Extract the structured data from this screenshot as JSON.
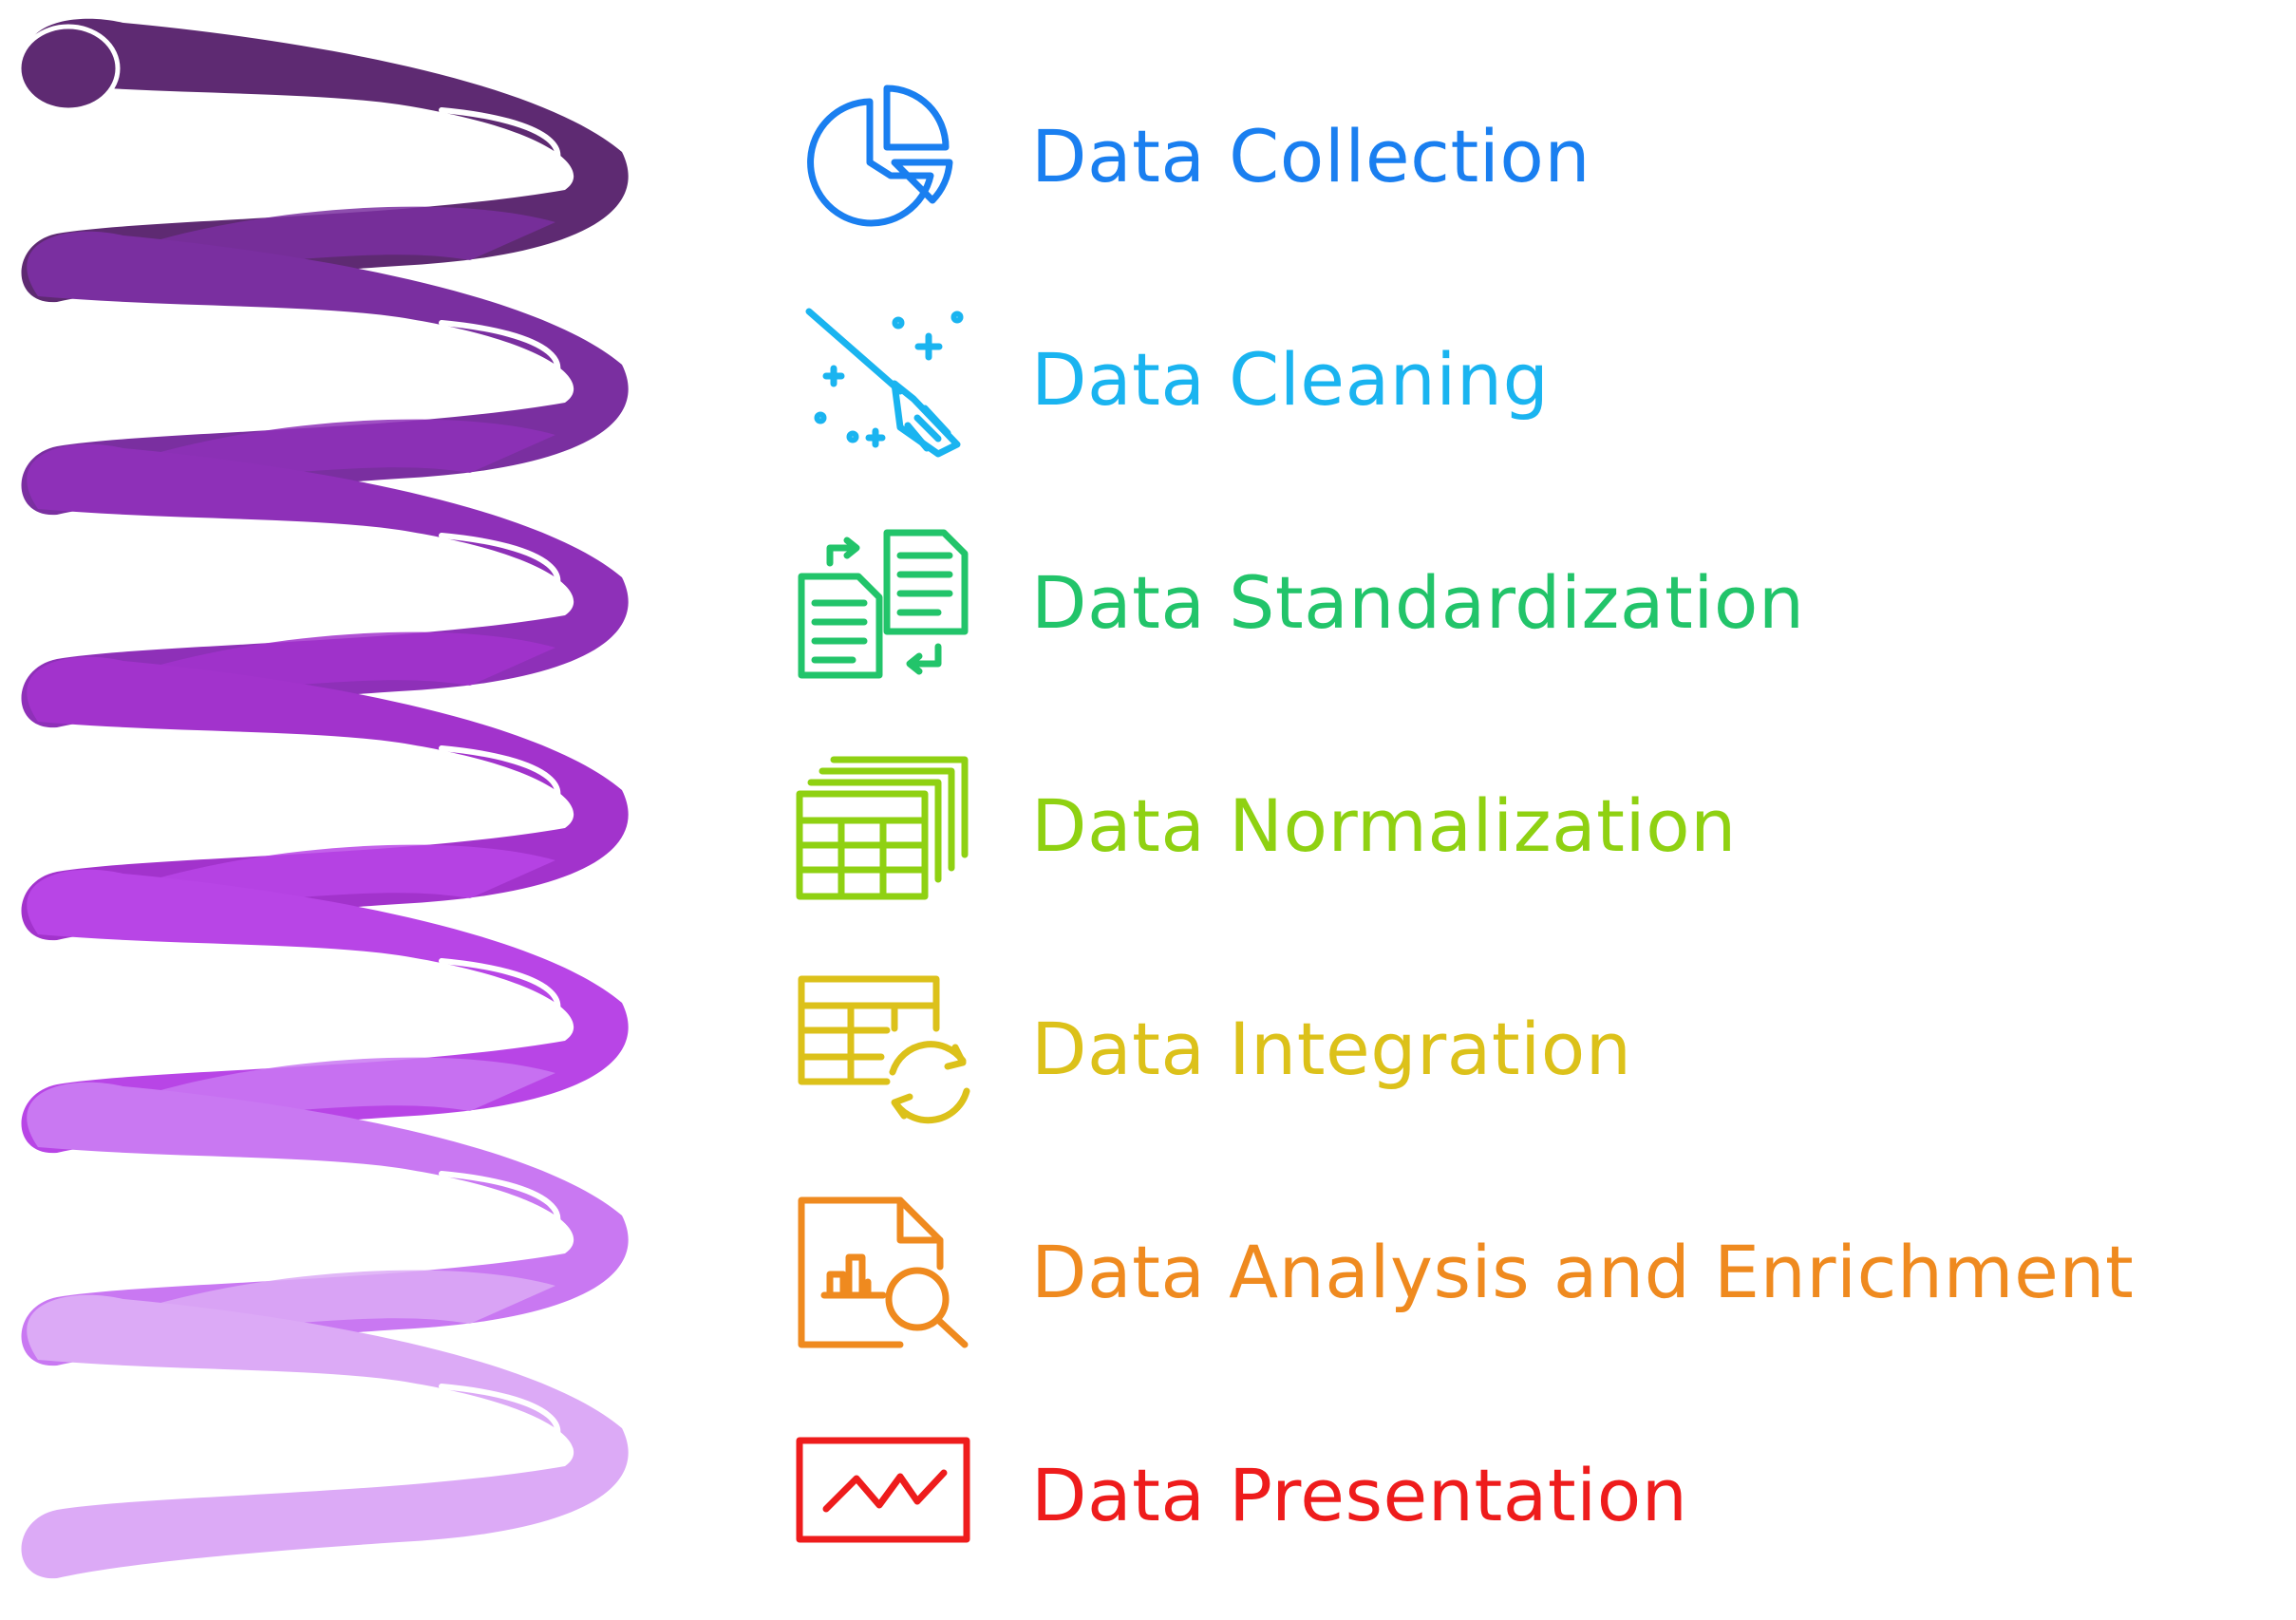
{
  "steps": [
    {
      "label": "Data Collection",
      "icon": "pie-chart-icon",
      "color": "#1a7ff0"
    },
    {
      "label": "Data Cleaning",
      "icon": "broom-icon",
      "color": "#1ab4f0"
    },
    {
      "label": "Data Standardization",
      "icon": "documents-swap-icon",
      "color": "#22c46a"
    },
    {
      "label": "Data Normalization",
      "icon": "stacked-tables-icon",
      "color": "#8fd112"
    },
    {
      "label": "Data Integration",
      "icon": "table-sync-icon",
      "color": "#dcc11a"
    },
    {
      "label": "Data Analysis and Enrichment",
      "icon": "document-search-icon",
      "color": "#ef8a1f"
    },
    {
      "label": "Data Presentation",
      "icon": "line-chart-icon",
      "color": "#ee1c1c"
    }
  ],
  "spiral_colors": [
    "#5e2a72",
    "#7a2fa0",
    "#8e30b8",
    "#a233cc",
    "#b845e6",
    "#c978f2",
    "#dcaaf6"
  ]
}
